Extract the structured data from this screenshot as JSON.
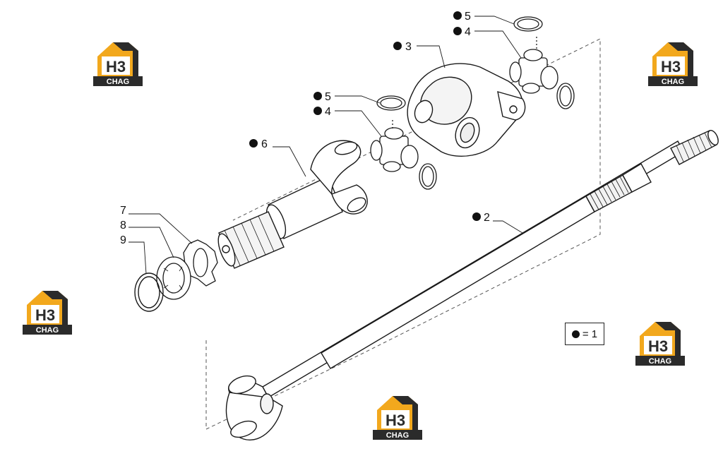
{
  "callouts": [
    {
      "id": "c5a",
      "marker": true,
      "label": "5"
    },
    {
      "id": "c4a",
      "marker": true,
      "label": "4"
    },
    {
      "id": "c3",
      "marker": true,
      "label": "3"
    },
    {
      "id": "c5b",
      "marker": true,
      "label": "5"
    },
    {
      "id": "c4b",
      "marker": true,
      "label": "4"
    },
    {
      "id": "c6",
      "marker": true,
      "label": "6"
    },
    {
      "id": "c2",
      "marker": true,
      "label": "2"
    },
    {
      "id": "c7",
      "marker": false,
      "label": "7"
    },
    {
      "id": "c8",
      "marker": false,
      "label": "8"
    },
    {
      "id": "c9",
      "marker": false,
      "label": "9"
    }
  ],
  "legend": {
    "text": "= 1"
  },
  "watermark": {
    "letters_top": "H3",
    "letters_bottom": "CHAG",
    "accent_color": "#F2A81D",
    "dark_color": "#2B2B2B"
  },
  "colors": {
    "line": "#1a1a1a",
    "dashed": "#555555"
  }
}
